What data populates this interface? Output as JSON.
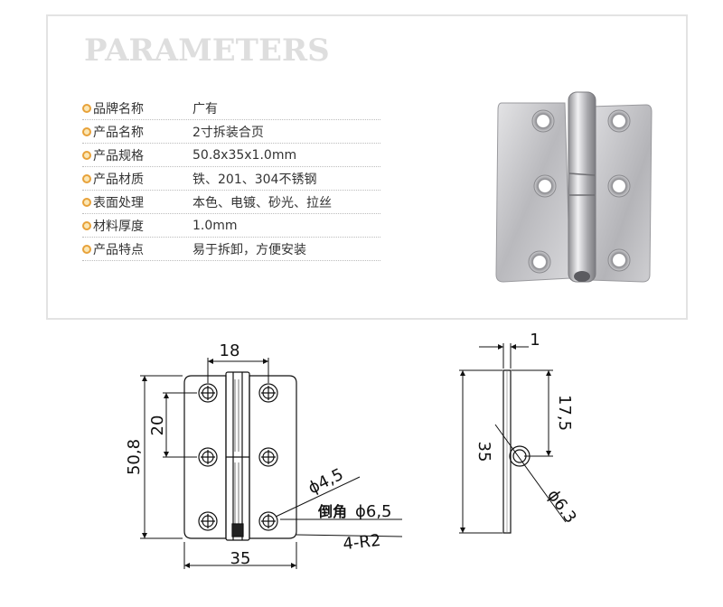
{
  "header": {
    "title": "PARAMETERS"
  },
  "specs": [
    {
      "label": "品牌名称",
      "value": "广有"
    },
    {
      "label": "产品名称",
      "value": "2寸拆装合页"
    },
    {
      "label": "产品规格",
      "value": "50.8x35x1.0mm"
    },
    {
      "label": "产品材质",
      "value": "铁、201、304不锈钢"
    },
    {
      "label": "表面处理",
      "value": "本色、电镀、砂光、拉丝"
    },
    {
      "label": "材料厚度",
      "value": "1.0mm"
    },
    {
      "label": "产品特点",
      "value": "易于拆卸，方便安装"
    }
  ],
  "drawing": {
    "front": {
      "width": "18",
      "pitch": "20",
      "height": "50,8",
      "hole": "ϕ4,5",
      "chamfer_label": "倒角",
      "chamfer_value": "ϕ6,5",
      "radius": "4-R2",
      "total_width": "35"
    },
    "side": {
      "thickness": "1",
      "offset": "17,5",
      "height": "35",
      "pin": "ϕ6.3"
    }
  },
  "colors": {
    "bullet": "#e8a23a",
    "title": "#dedede",
    "border": "#e3e3e3"
  }
}
